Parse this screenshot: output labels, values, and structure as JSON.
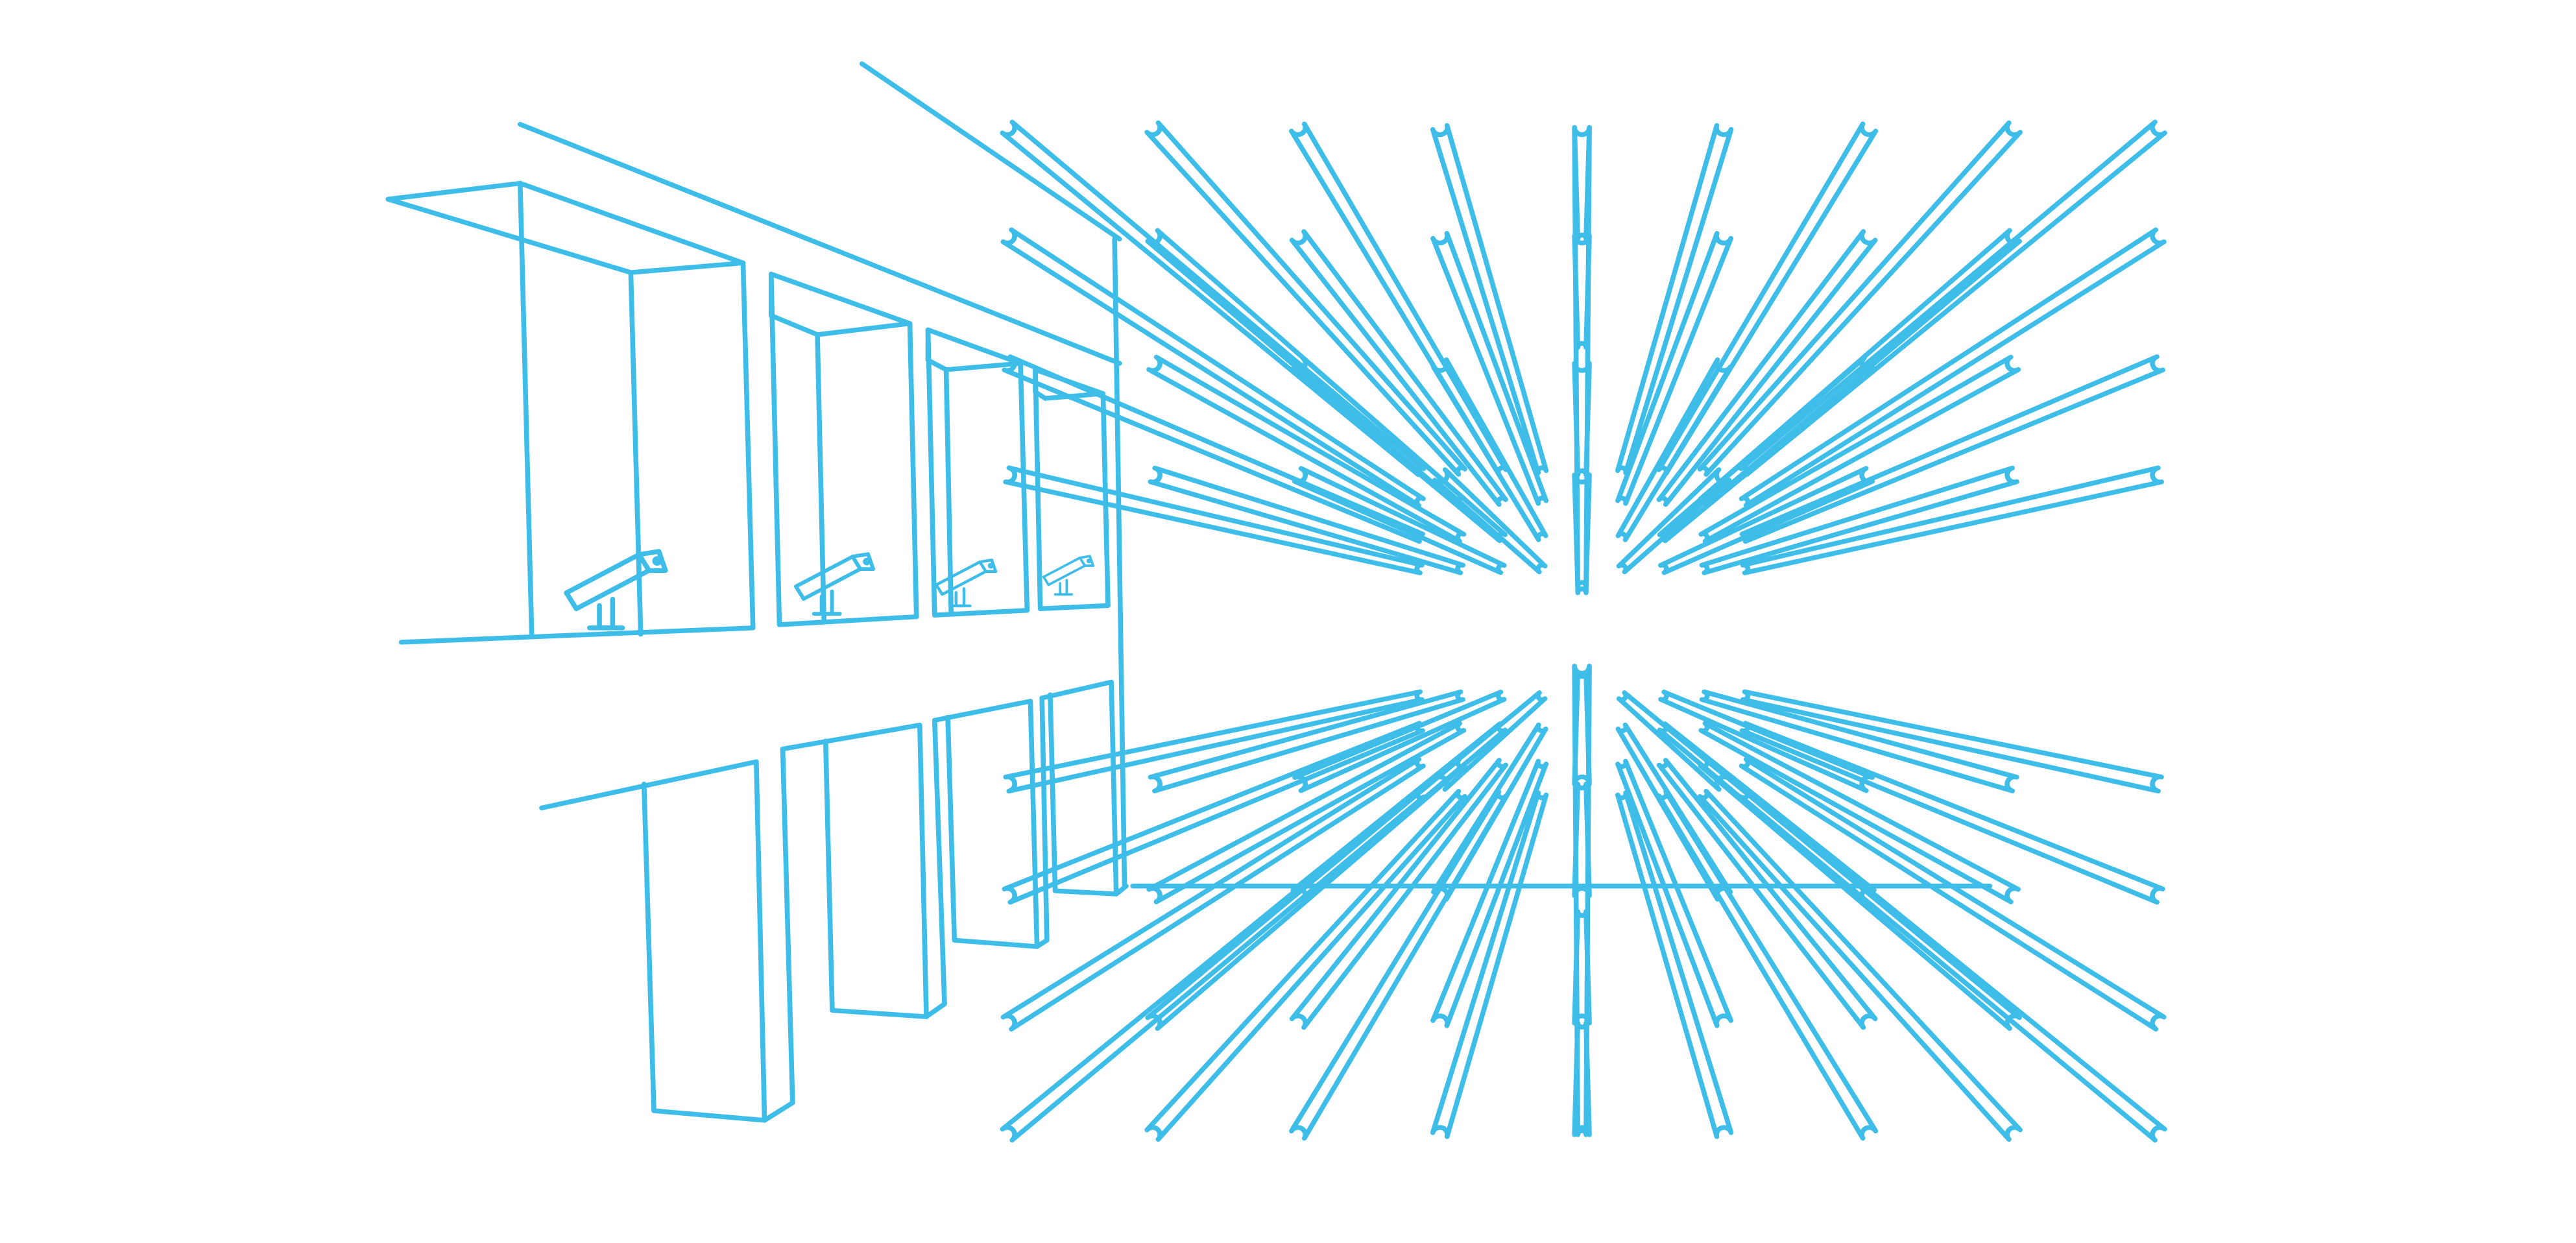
{
  "illustration": {
    "subject": "",
    "line_color": "#3ebde8",
    "background_color": "#ffffff",
    "camera_count": 4,
    "ray_rows": 4,
    "ray_columns": 8
  }
}
